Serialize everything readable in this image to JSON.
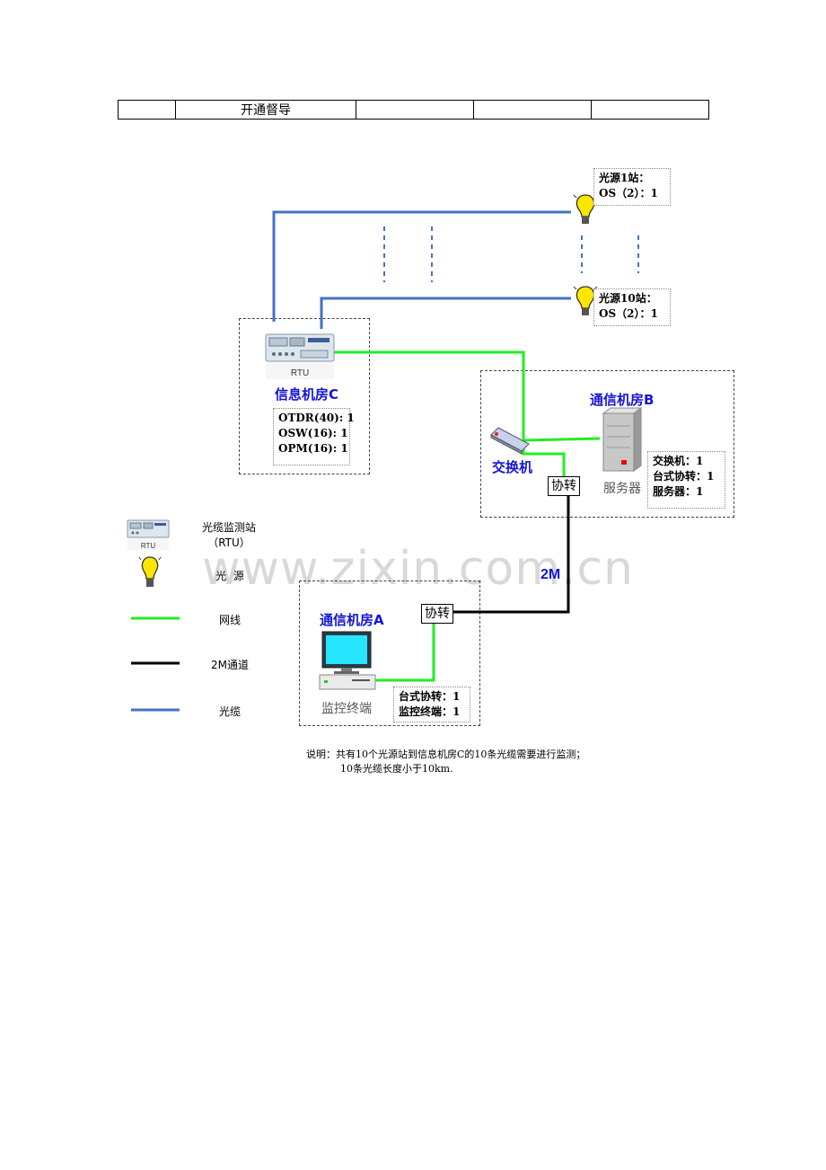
{
  "header_table": {
    "cells": [
      "",
      "开通督导",
      "",
      "",
      ""
    ]
  },
  "rooms": {
    "info_c": {
      "title": "信息机房C",
      "rtu_caption": "RTU",
      "specs": [
        "OTDR(40): 1",
        "OSW(16): 1",
        "OPM(16): 1"
      ]
    },
    "comm_b": {
      "title": "通信机房B",
      "switch_label": "交换机",
      "proto_label": "协转",
      "server_label": "服务器",
      "specs": [
        "交换机：1",
        "台式协转：1",
        "服务器：1"
      ]
    },
    "comm_a": {
      "title": "通信机房A",
      "proto_label": "协转",
      "terminal_label": "监控终端",
      "specs": [
        "台式协转：1",
        "监控终端：1"
      ]
    }
  },
  "light_sources": [
    {
      "name": "光源1站：",
      "spec": "OS（2）：1"
    },
    {
      "name": "光源10站：",
      "spec": "OS（2）：1"
    }
  ],
  "link_2m_label": "2M",
  "legend": [
    {
      "label": "光缆监测站",
      "sublabel": "（RTU）",
      "icon": "rtu-icon"
    },
    {
      "label": "光  源",
      "icon": "bulb-icon"
    },
    {
      "label": "网线",
      "color": "#22ee22"
    },
    {
      "label": "2M通道",
      "color": "#000000"
    },
    {
      "label": "光缆",
      "color": "#4472c4"
    }
  ],
  "note": [
    "说明：共有10个光源站到信息机房C的10条光缆需要进行监测；",
    "10条光缆长度小于10km."
  ],
  "watermark": "www.zixin.com.cn",
  "colors": {
    "network_cable": "#22ee22",
    "channel_2m": "#000000",
    "fiber_cable": "#4472c4",
    "room_title": "#1414d4"
  }
}
